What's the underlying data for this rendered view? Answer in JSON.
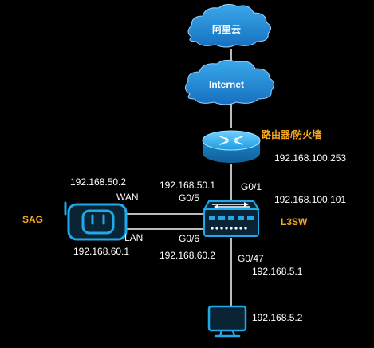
{
  "nodes": {
    "cloud_top": {
      "label": "阿里云"
    },
    "cloud_internet": {
      "label": "Internet"
    },
    "router": {
      "label": "路由器/防火墙",
      "ip": "192.168.100.253"
    },
    "l3sw": {
      "label": "L3SW",
      "ip": "192.168.100.101"
    },
    "sag": {
      "label": "SAG"
    },
    "pc": {
      "ip": "192.168.5.2"
    }
  },
  "links": {
    "sag_wan": {
      "side_label": "WAN",
      "sag_ip": "192.168.50.2",
      "sw_port": "G0/5",
      "sw_ip": "192.168.50.1"
    },
    "sag_lan": {
      "side_label": "LAN",
      "sag_ip": "192.168.60.1",
      "sw_port": "G0/6",
      "sw_ip": "192.168.60.2"
    },
    "sw_router": {
      "port": "G0/1"
    },
    "sw_pc": {
      "port": "G0/47",
      "ip": "192.168.5.1"
    }
  },
  "colors": {
    "line": "#bcbcbc",
    "device_blue": "#1fa9e8",
    "cloud": "#1e90d8",
    "label_orange": "#f5a623"
  }
}
